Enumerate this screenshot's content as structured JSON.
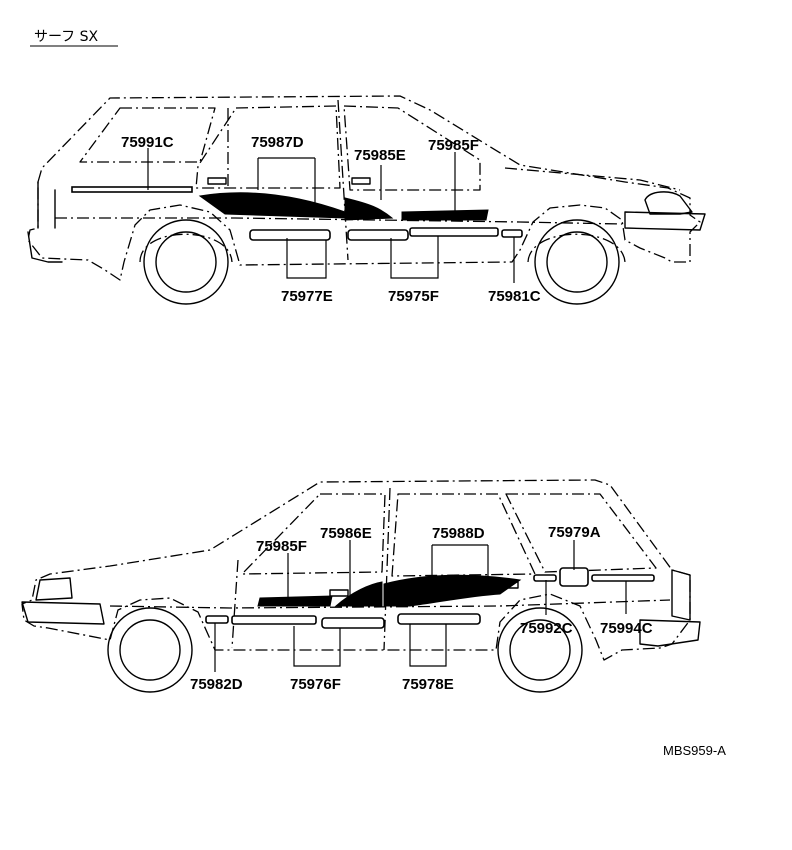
{
  "header": {
    "title": "サーフ SX"
  },
  "figure_code": "MBS959-A",
  "top_view": {
    "labels": {
      "p75991C": "75991C",
      "p75987D": "75987D",
      "p75985E": "75985E",
      "p75985F": "75985F",
      "p75977E": "75977E",
      "p75975F": "75975F",
      "p75981C": "75981C"
    }
  },
  "bottom_view": {
    "labels": {
      "p75985F": "75985F",
      "p75986E": "75986E",
      "p75988D": "75988D",
      "p75979A": "75979A",
      "p75992C": "75992C",
      "p75994C": "75994C",
      "p75982D": "75982D",
      "p75976F": "75976F",
      "p75978E": "75978E"
    }
  }
}
